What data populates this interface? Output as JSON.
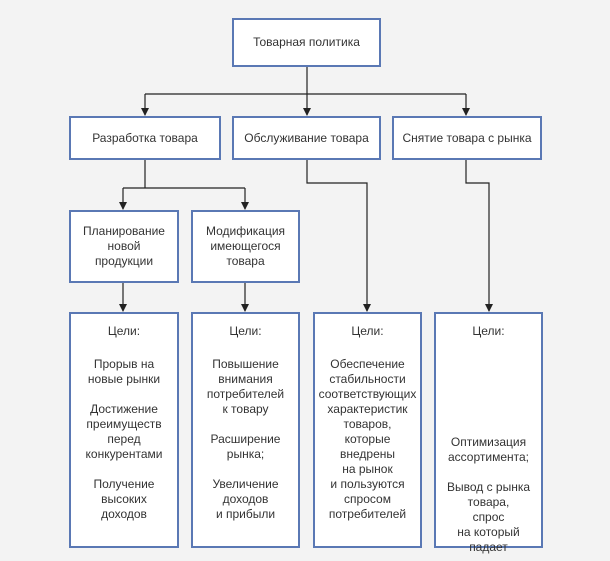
{
  "diagram": {
    "root": "Товарная политика",
    "branches": [
      "Разработка товара",
      "Обслуживание товара",
      "Снятие товара с рынка"
    ],
    "sub_branches": [
      "Планирование\nновой\nпродукции",
      "Модификация\nимеющегося\nтовара"
    ],
    "goal_title": "Цели:",
    "goals": [
      [
        "Прорыв на\nновые рынки",
        "Достижение\nпреимуществ\nперед\nконкурентами",
        "Получение\nвысоких\nдоходов"
      ],
      [
        "Повышение\nвнимания\nпотребителей\nк товару",
        "Расширение\nрынка;",
        "Увеличение\nдоходов\nи прибыли"
      ],
      [
        "Обеспечение\nстабильности\nсоответствующих\nхарактеристик\nтоваров,\nкоторые\nвнедрены\nна рынок\nи пользуются\nспросом\nпотребителей"
      ],
      [
        "Оптимизация\nассортимента;",
        "Вывод с рынка\nтовара,\nспрос\nна который\nпадает"
      ]
    ],
    "colors": {
      "border": "#5a78b4",
      "connector": "#222222",
      "background": "#f3f3f3"
    }
  }
}
